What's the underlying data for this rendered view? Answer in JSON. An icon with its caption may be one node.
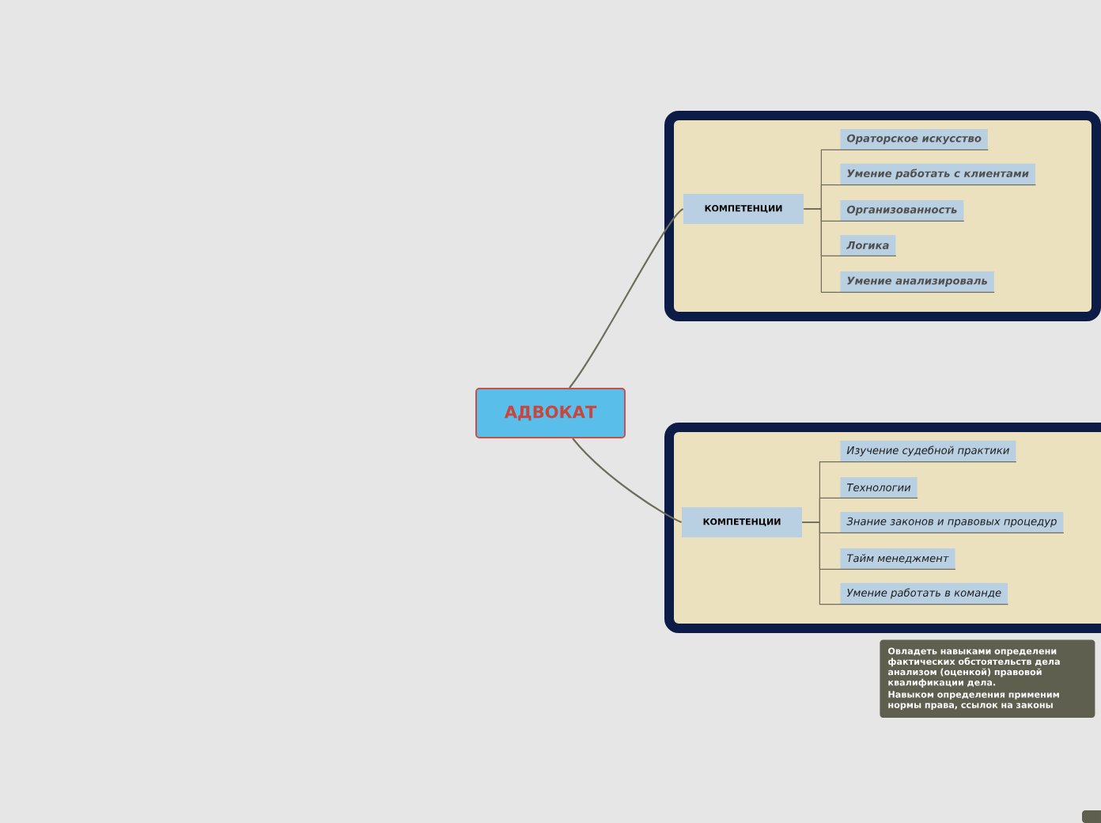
{
  "diagram": {
    "nodes": [
      {
        "text": [
          "АДВОКАТ"
        ]
      },
      {
        "text": [],
        "shape": "box"
      },
      {
        "text": [
          "КОМПЕТЕНЦИИ"
        ],
        "in": 1
      },
      {
        "text": [
          "Ораторское искусство"
        ],
        "in": 1
      },
      {
        "text": [
          "Умение работать с клиентами"
        ],
        "in": 1
      },
      {
        "text": [
          "Организованность"
        ],
        "in": 1
      },
      {
        "text": [
          "Логика"
        ],
        "in": 1
      },
      {
        "text": [
          "Умение анализироваль"
        ],
        "in": 1
      },
      {
        "text": [],
        "shape": "box"
      },
      {
        "text": [
          "КОМПЕТЕНЦИИ"
        ],
        "in": 8
      },
      {
        "text": [
          "Изучение судебной практики"
        ],
        "in": 8
      },
      {
        "text": [
          "Технологии"
        ],
        "in": 8
      },
      {
        "text": [
          "Знание законов и правовых процедур"
        ],
        "in": 8
      },
      {
        "text": [
          "Тайм менеджмент"
        ],
        "in": 8
      },
      {
        "text": [
          "Умение работать в команде"
        ],
        "in": 8
      },
      {
        "text": [
          "Овладеть навыками определени фактических обстоятельств дела анализом (оценкой) правовой квалификации дела.",
          "Навыком определения применим нормы права, ссылок на законы"
        ]
      }
    ],
    "edges": [
      {
        "from": 0,
        "to": 2,
        "arrow": "none"
      },
      {
        "from": 2,
        "to": 3,
        "arrow": "none"
      },
      {
        "from": 2,
        "to": 4,
        "arrow": "none"
      },
      {
        "from": 2,
        "to": 5,
        "arrow": "none"
      },
      {
        "from": 2,
        "to": 6,
        "arrow": "none"
      },
      {
        "from": 2,
        "to": 7,
        "arrow": "none"
      },
      {
        "from": 0,
        "to": 9,
        "arrow": "none"
      },
      {
        "from": 9,
        "to": 10,
        "arrow": "none"
      },
      {
        "from": 9,
        "to": 11,
        "arrow": "none"
      },
      {
        "from": 9,
        "to": 12,
        "arrow": "none"
      },
      {
        "from": 9,
        "to": 13,
        "arrow": "none"
      },
      {
        "from": 9,
        "to": 14,
        "arrow": "none"
      }
    ]
  }
}
